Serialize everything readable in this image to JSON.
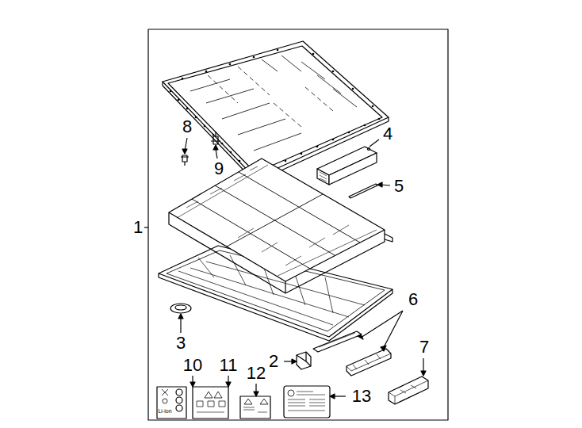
{
  "diagram": {
    "labels": [
      "1",
      "2",
      "3",
      "4",
      "5",
      "6",
      "7",
      "8",
      "9",
      "10",
      "11",
      "12",
      "13",
      "Li-ion"
    ]
  }
}
